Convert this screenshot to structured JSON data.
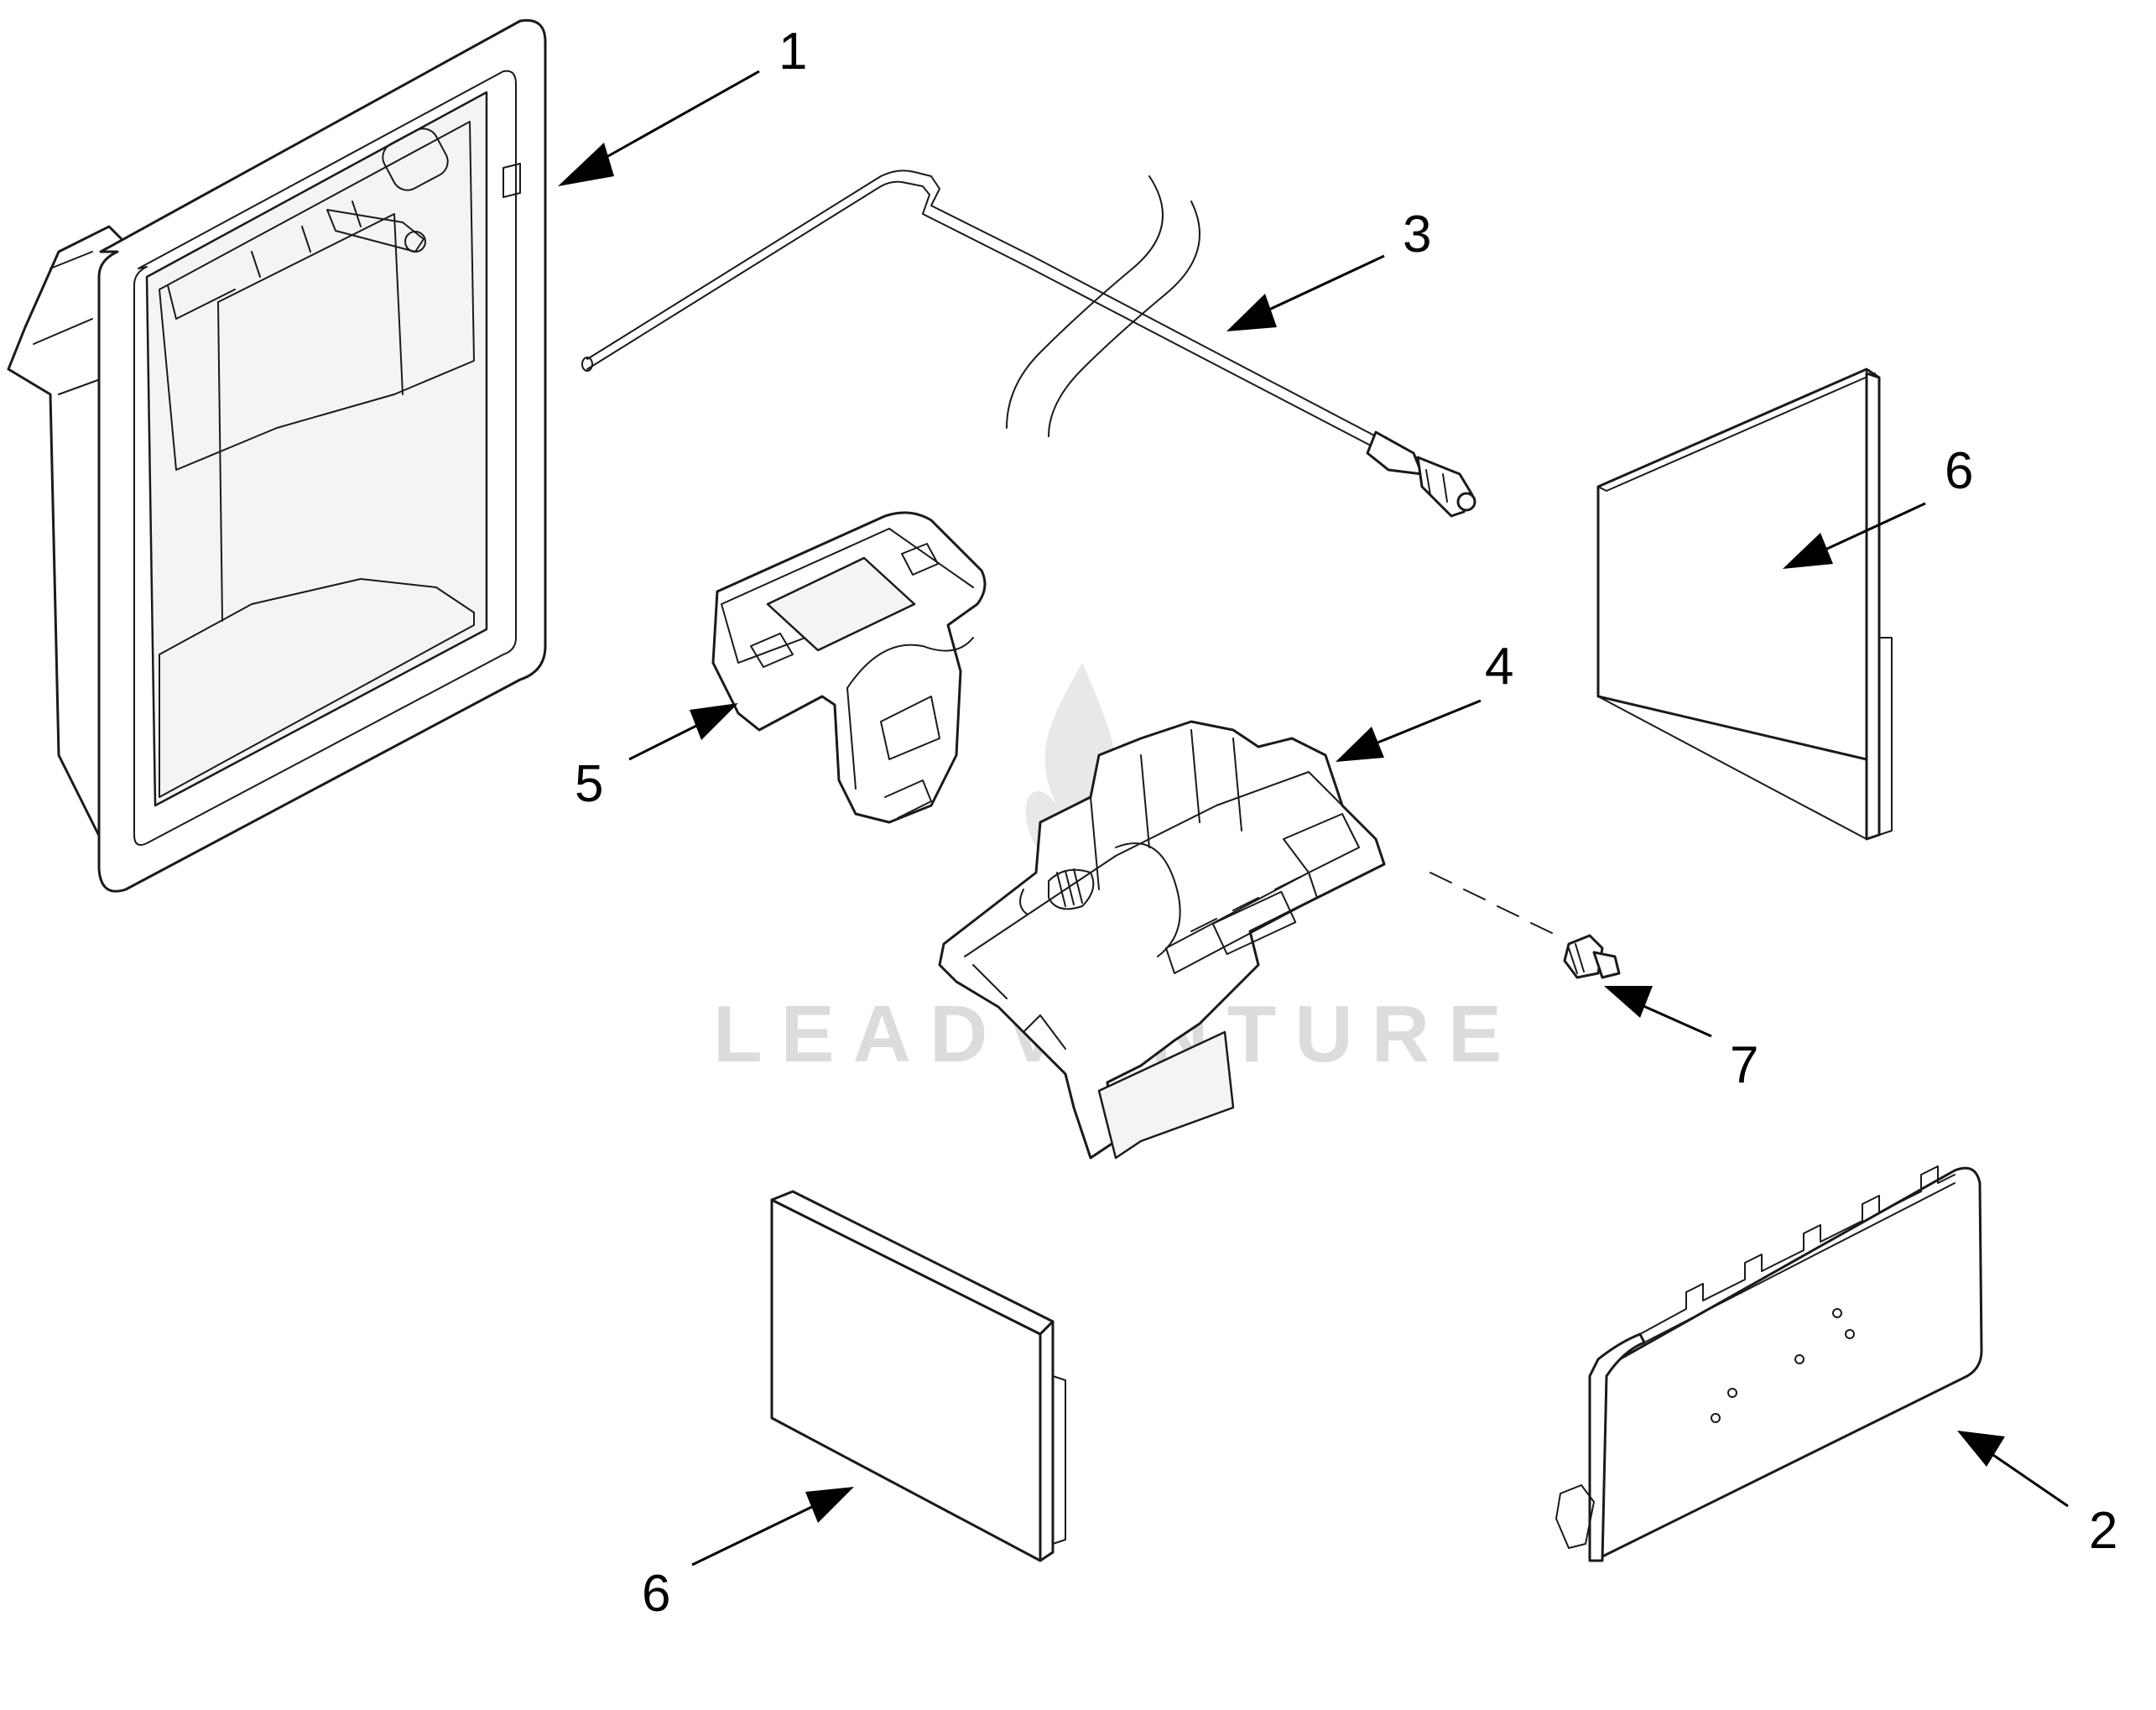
{
  "diagram": {
    "callouts": [
      {
        "id": "c1",
        "label": "1"
      },
      {
        "id": "c2",
        "label": "2"
      },
      {
        "id": "c3",
        "label": "3"
      },
      {
        "id": "c4",
        "label": "4"
      },
      {
        "id": "c5",
        "label": "5"
      },
      {
        "id": "c6a",
        "label": "6"
      },
      {
        "id": "c6b",
        "label": "6"
      },
      {
        "id": "c7",
        "label": "7"
      }
    ]
  },
  "watermark": {
    "text": "LEADVENTURE"
  },
  "colors": {
    "line": "#1a1a1a",
    "watermark": "#d9d9d9",
    "background": "#ffffff"
  }
}
